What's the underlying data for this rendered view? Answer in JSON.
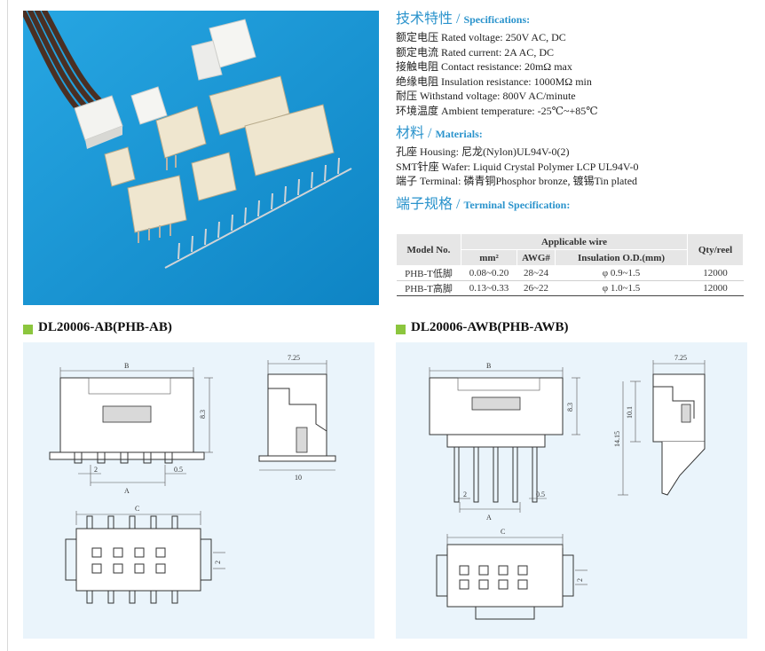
{
  "specifications": {
    "title_cn": "技术特性 / ",
    "title_en": "Specifications:",
    "lines": [
      "额定电压 Rated voltage: 250V AC, DC",
      "额定电流 Rated current: 2A AC, DC",
      "接触电阻 Contact resistance: 20mΩ max",
      "绝缘电阻 Insulation resistance: 1000MΩ min",
      "耐压 Withstand voltage: 800V AC/minute",
      "环境温度 Ambient temperature: -25℃~+85℃"
    ]
  },
  "materials": {
    "title_cn": "材料 / ",
    "title_en": "Materials:",
    "lines": [
      "孔座 Housing: 尼龙(Nylon)UL94V-0(2)",
      "SMT针座 Wafer: Liquid Crystal Polymer LCP UL94V-0",
      "端子 Terminal: 磷青铜Phosphor bronze, 镀锡Tin plated"
    ]
  },
  "terminal_spec": {
    "title_cn": "端子规格 / ",
    "title_en": "Terminal Specification:",
    "headers": {
      "model": "Model No.",
      "applicable": "Applicable wire",
      "mm2": "mm²",
      "awg": "AWG#",
      "insulation": "Insulation O.D.(mm)",
      "qty": "Qty/reel"
    },
    "rows": [
      {
        "model": "PHB-T低脚",
        "mm2": "0.08~0.20",
        "awg": "28~24",
        "insulation": "φ 0.9~1.5",
        "qty": "12000"
      },
      {
        "model": "PHB-T高脚",
        "mm2": "0.13~0.33",
        "awg": "26~22",
        "insulation": "φ 1.0~1.5",
        "qty": "12000"
      }
    ]
  },
  "drawings": {
    "left_title": "DL20006-AB(PHB-AB)",
    "right_title": "DL20006-AWB(PHB-AWB)",
    "left_labels": {
      "b": "B",
      "h": "8.3",
      "a": "A",
      "p": "2",
      "t": "0.5",
      "w": "7.25",
      "d": "10",
      "c": "C",
      "p2": "2"
    },
    "right_labels": {
      "b": "B",
      "h": "8.3",
      "a": "A",
      "p": "2",
      "t": "0.5",
      "w": "7.25",
      "h2": "10.1",
      "h3": "14.15",
      "c": "C",
      "p2": "2"
    }
  },
  "colors": {
    "accent_blue": "#2a93cc",
    "photo_blue": "#1496d6",
    "marker_green": "#8cc63e",
    "panel_blue": "#eaf4fb"
  }
}
